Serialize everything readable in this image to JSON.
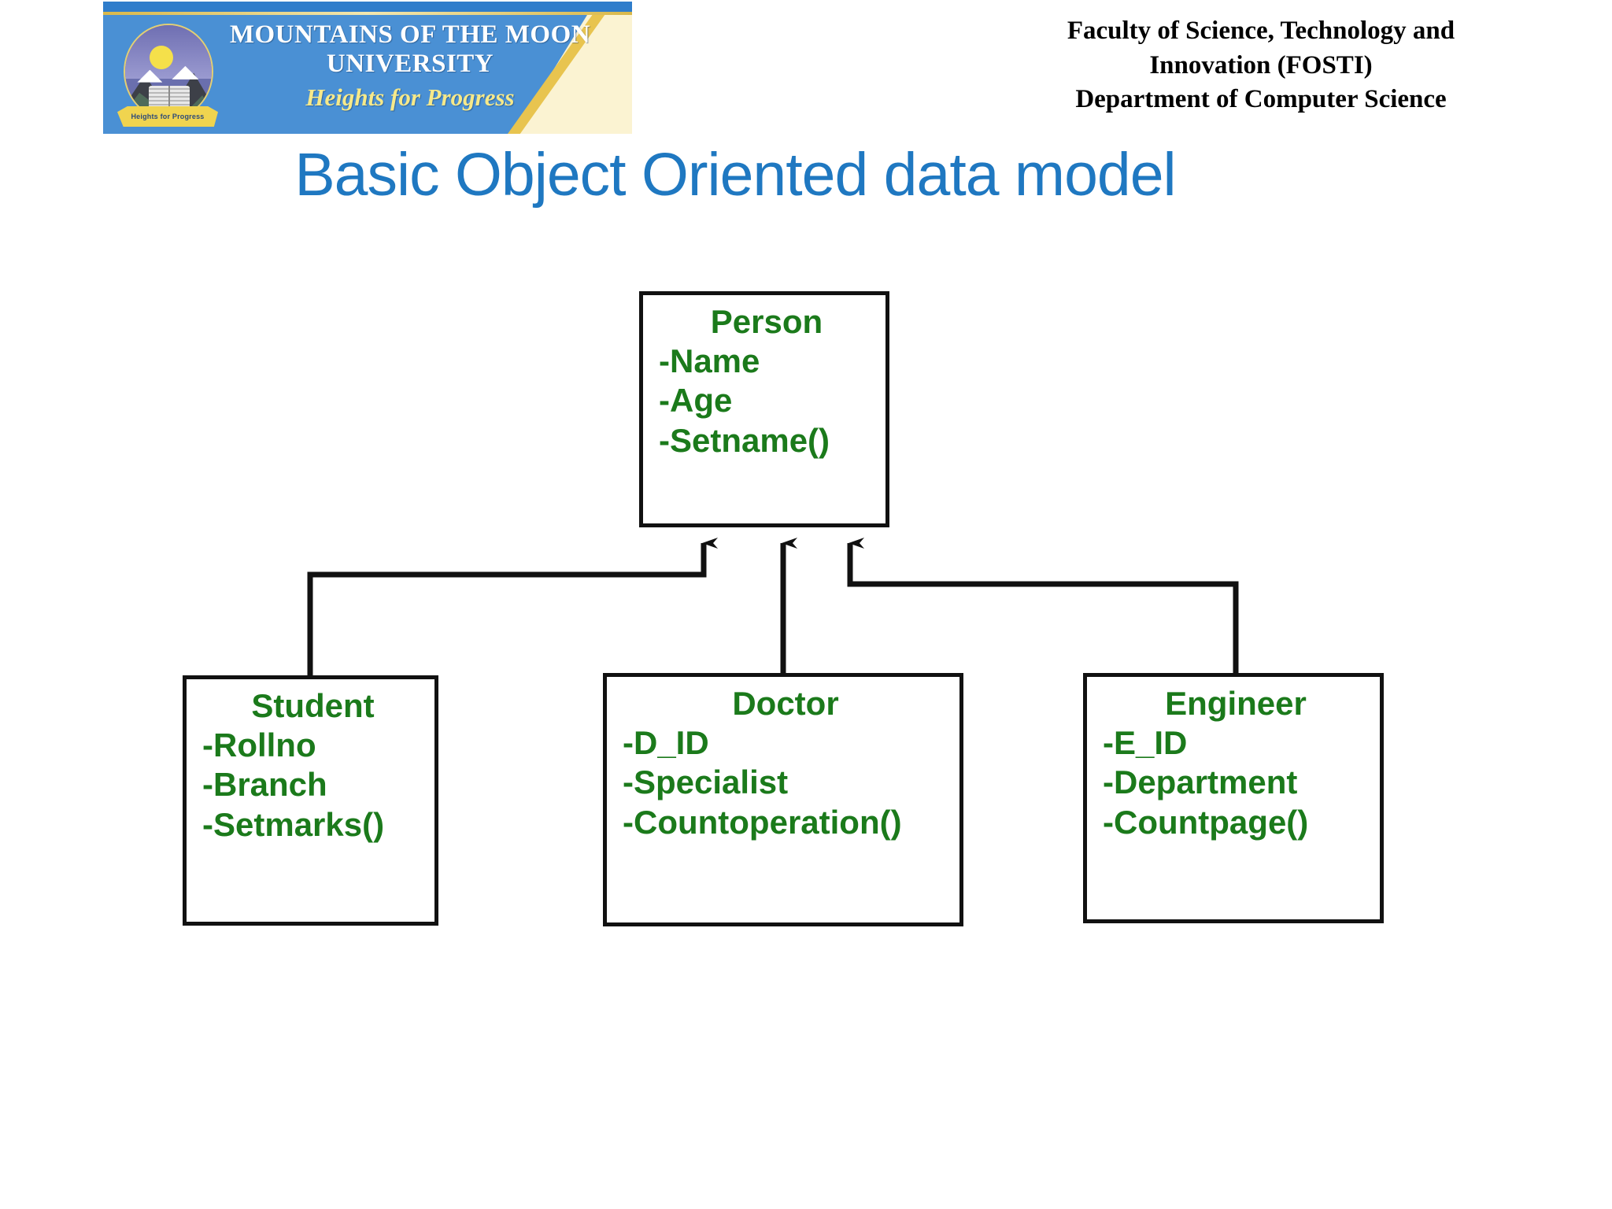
{
  "header": {
    "banner": {
      "university_name_line1": "MOUNTAINS OF THE MOON",
      "university_name_line2": "UNIVERSITY",
      "motto": "Heights for Progress",
      "seal_ribbon_text": "Heights for Progress",
      "banner_blue": "#4a90d4",
      "banner_gold": "#e8c44f"
    },
    "faculty_line1": "Faculty of Science, Technology and",
    "faculty_line2": "Innovation (FOSTI)",
    "faculty_line3": "Department of Computer Science"
  },
  "title": {
    "text": "Basic Object Oriented data model",
    "color": "#1f78c1"
  },
  "diagram": {
    "type": "uml-class-inheritance",
    "text_color": "#1b7a1b",
    "border_color": "#111111",
    "classes": [
      {
        "id": "person",
        "name": "Person",
        "members": [
          "-Name",
          "-Age",
          "-Setname()"
        ]
      },
      {
        "id": "student",
        "name": "Student",
        "members": [
          "-Rollno",
          "-Branch",
          "-Setmarks()"
        ]
      },
      {
        "id": "doctor",
        "name": "Doctor",
        "members": [
          "-D_ID",
          "-Specialist",
          "-Countoperation()"
        ]
      },
      {
        "id": "engineer",
        "name": "Engineer",
        "members": [
          "-E_ID",
          "-Department",
          "-Countpage()"
        ]
      }
    ],
    "relations": [
      {
        "from": "student",
        "to": "person",
        "kind": "inheritance"
      },
      {
        "from": "doctor",
        "to": "person",
        "kind": "inheritance"
      },
      {
        "from": "engineer",
        "to": "person",
        "kind": "inheritance"
      }
    ]
  }
}
